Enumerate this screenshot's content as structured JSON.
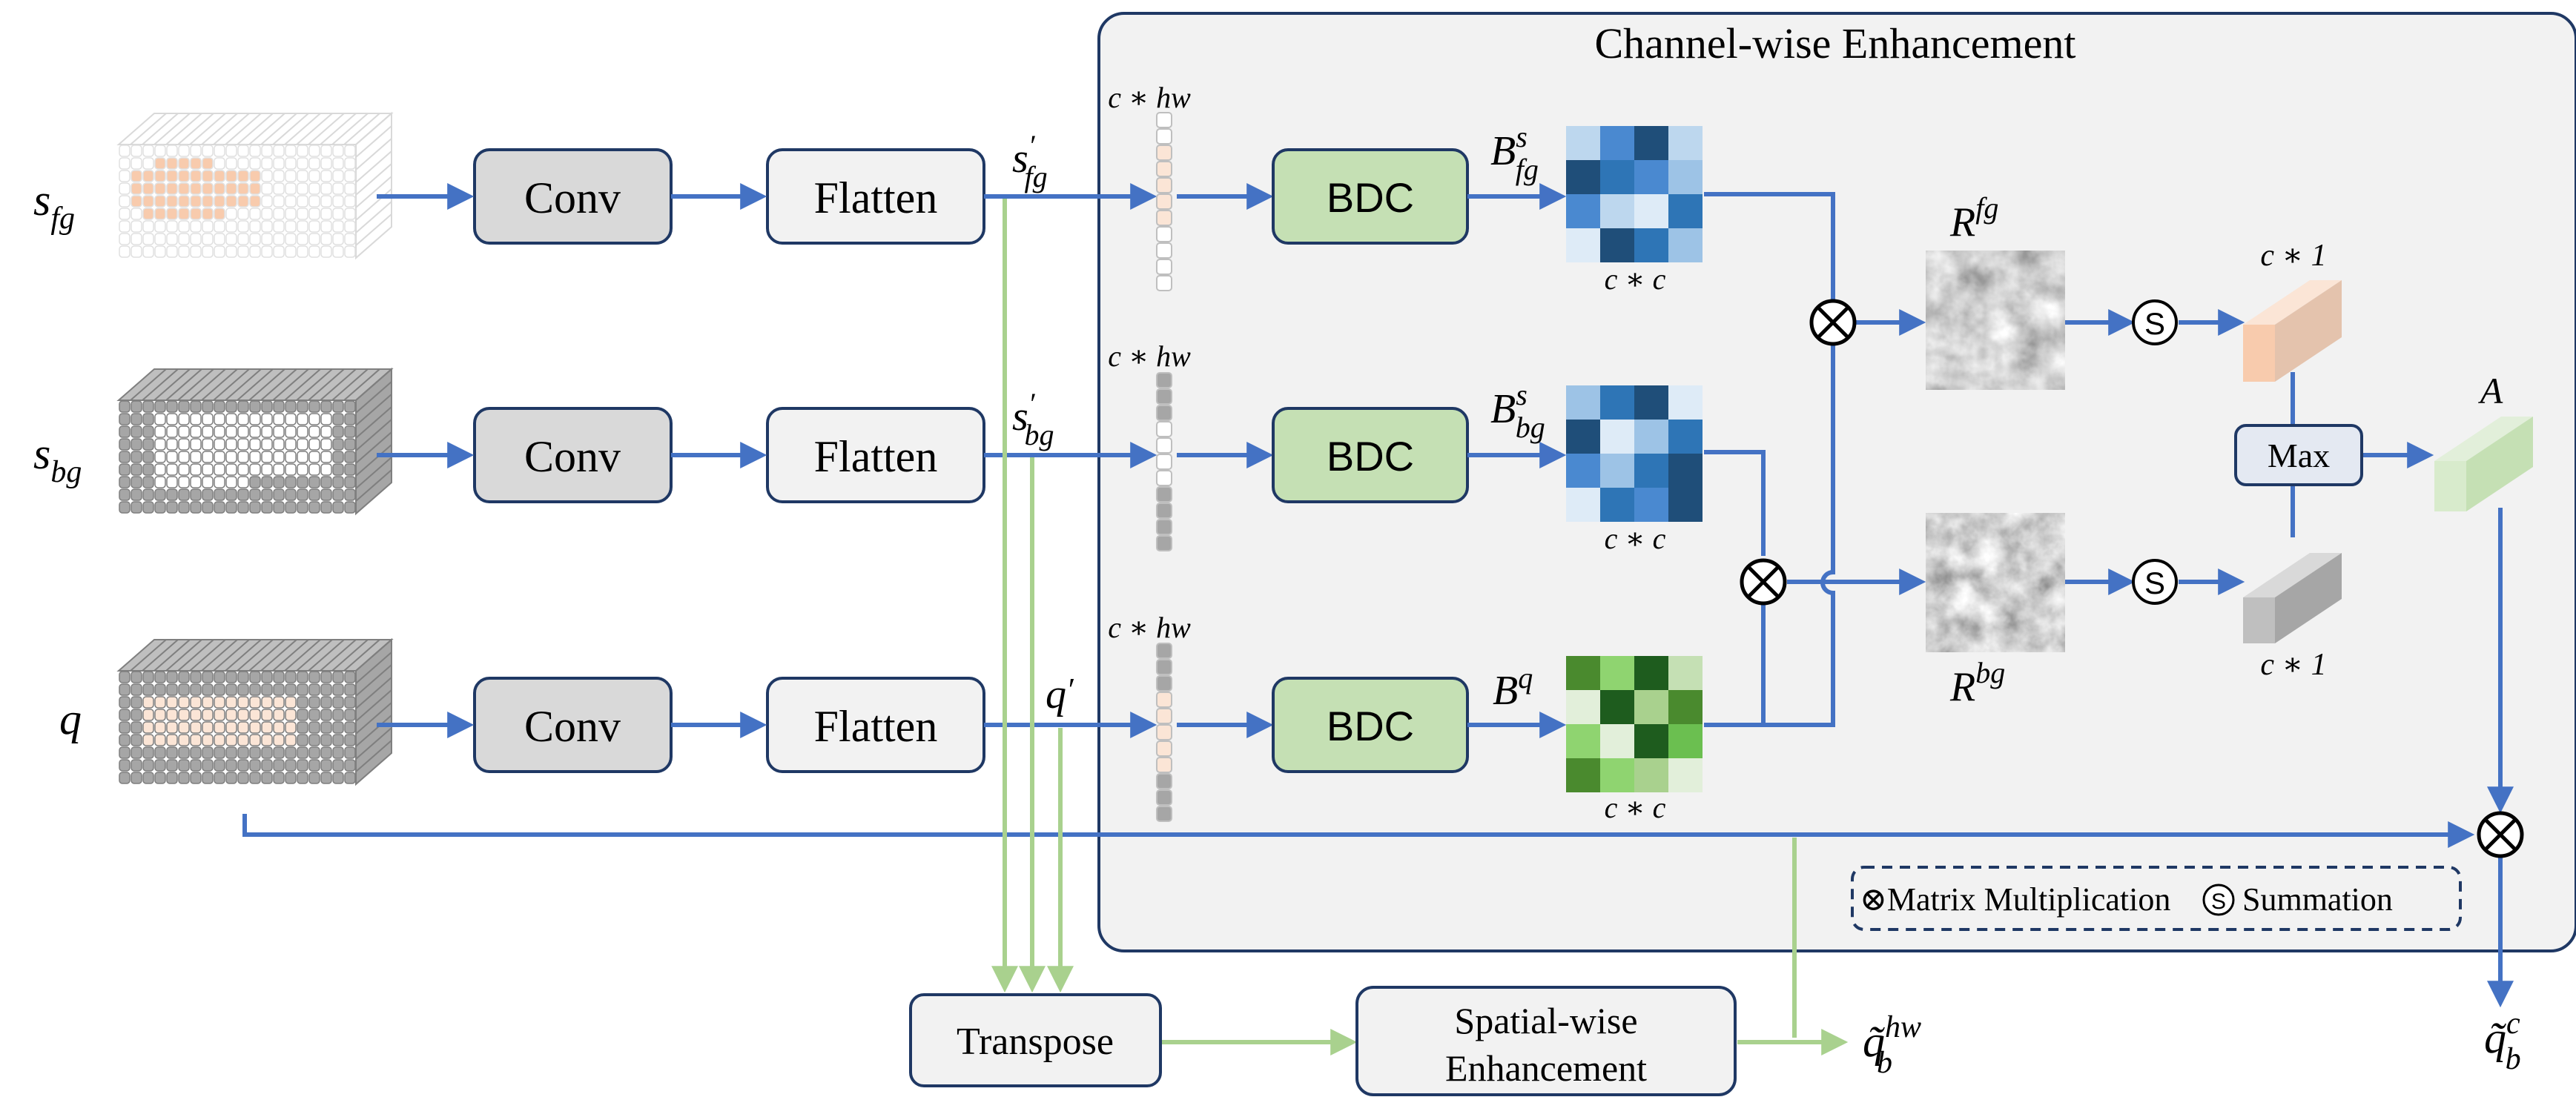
{
  "title": "Channel-wise Enhancement",
  "inputs": [
    {
      "base": "s",
      "sub": "fg"
    },
    {
      "base": "s",
      "sub": "bg"
    },
    {
      "base": "q",
      "sub": ""
    }
  ],
  "conv_label": "Conv",
  "flatten_label": "Flatten",
  "bdc_label": "BDC",
  "flat_vars": [
    {
      "base": "s",
      "sub": "fg",
      "prime": "′"
    },
    {
      "base": "s",
      "sub": "bg",
      "prime": "′"
    },
    {
      "base": "q",
      "sub": "",
      "prime": "′"
    }
  ],
  "dim_hw": "c ∗ hw",
  "dim_cc": "c ∗ c",
  "dim_c1": "c ∗ 1",
  "bdc_outputs": [
    {
      "base": "B",
      "sup": "s",
      "sub": "fg"
    },
    {
      "base": "B",
      "sup": "s",
      "sub": "bg"
    },
    {
      "base": "B",
      "sup": "q",
      "sub": ""
    }
  ],
  "r_fg": {
    "base": "R",
    "sup": "fg"
  },
  "r_bg": {
    "base": "R",
    "sup": "bg"
  },
  "otimes": "⊗",
  "summation_symbol": "S",
  "max_label": "Max",
  "attention_label": "A",
  "transpose_label": "Transpose",
  "spatial_label_line1": "Spatial-wise",
  "spatial_label_line2": "Enhancement",
  "out_hw": {
    "base": "q̃",
    "sub": "b",
    "sup": "hw"
  },
  "out_c": {
    "base": "q̃",
    "sub": "b",
    "sup": "c"
  },
  "legend": {
    "mult": "⊗Matrix Multiplication",
    "sum_symbol": "S",
    "sum_text": "Summation"
  },
  "colors": {
    "blue_arrow": "#4472c4",
    "green_arrow": "#a9d18e",
    "panel_bg": "#f2f2f2",
    "conv_fill": "#d9d9d9",
    "bdc_fill": "#c5e0b4",
    "box_stroke": "#1f3864",
    "fg_orange": "#fbe5d6",
    "fg_orange_cell": "#f8cbad",
    "bg_gray": "#a6a6a6"
  }
}
